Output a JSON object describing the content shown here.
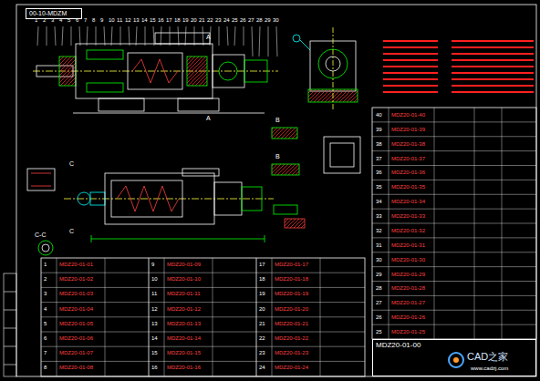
{
  "diagram": {
    "nodes": [
      {
        "text": [
          "00-10-MDZM"
        ]
      },
      {
        "text": [
          "MDZ20-01-00"
        ]
      }
    ],
    "labels": [
      "1",
      "2",
      "3",
      "4",
      "5",
      "6",
      "7",
      "8",
      "9",
      "10",
      "11",
      "12",
      "13",
      "14",
      "15",
      "16",
      "17",
      "18",
      "19",
      "20",
      "21",
      "22",
      "23",
      "24",
      "25",
      "26",
      "27",
      "28",
      "29",
      "30",
      "A",
      "A",
      "B",
      "B",
      "C",
      "C",
      "C-C",
      "1",
      "MDZ20-01-01",
      "2",
      "MDZ20-01-02",
      "3",
      "MDZ20-01-03",
      "4",
      "MDZ20-01-04",
      "5",
      "MDZ20-01-05",
      "6",
      "MDZ20-01-06",
      "7",
      "MDZ20-01-07",
      "8",
      "MDZ20-01-08",
      "9",
      "MDZ20-01-09",
      "10",
      "MDZ20-01-10",
      "11",
      "MDZ20-01-11",
      "12",
      "MDZ20-01-12",
      "13",
      "MDZ20-01-13",
      "14",
      "MDZ20-01-14",
      "15",
      "MDZ20-01-15",
      "16",
      "MDZ20-01-16",
      "17",
      "MDZ20-01-17",
      "18",
      "MDZ20-01-18",
      "19",
      "MDZ20-01-19",
      "20",
      "MDZ20-01-20",
      "21",
      "MDZ20-01-21",
      "22",
      "MDZ20-01-22",
      "23",
      "MDZ20-01-23",
      "24",
      "MDZ20-01-24",
      "25",
      "MDZ20-01-25",
      "26",
      "MDZ20-01-26",
      "27",
      "MDZ20-01-27",
      "28",
      "MDZ20-01-28",
      "29",
      "MDZ20-01-29",
      "30",
      "MDZ20-01-30",
      "31",
      "MDZ20-01-31",
      "32",
      "MDZ20-01-32",
      "33",
      "MDZ20-01-33",
      "34",
      "MDZ20-01-34",
      "35",
      "MDZ20-01-35",
      "36",
      "MDZ20-01-36",
      "37",
      "MDZ20-01-37",
      "38",
      "MDZ20-01-38",
      "39",
      "MDZ20-01-39",
      "40",
      "MDZ20-01-40",
      "CAD之家",
      "www.cadzj.com"
    ]
  }
}
